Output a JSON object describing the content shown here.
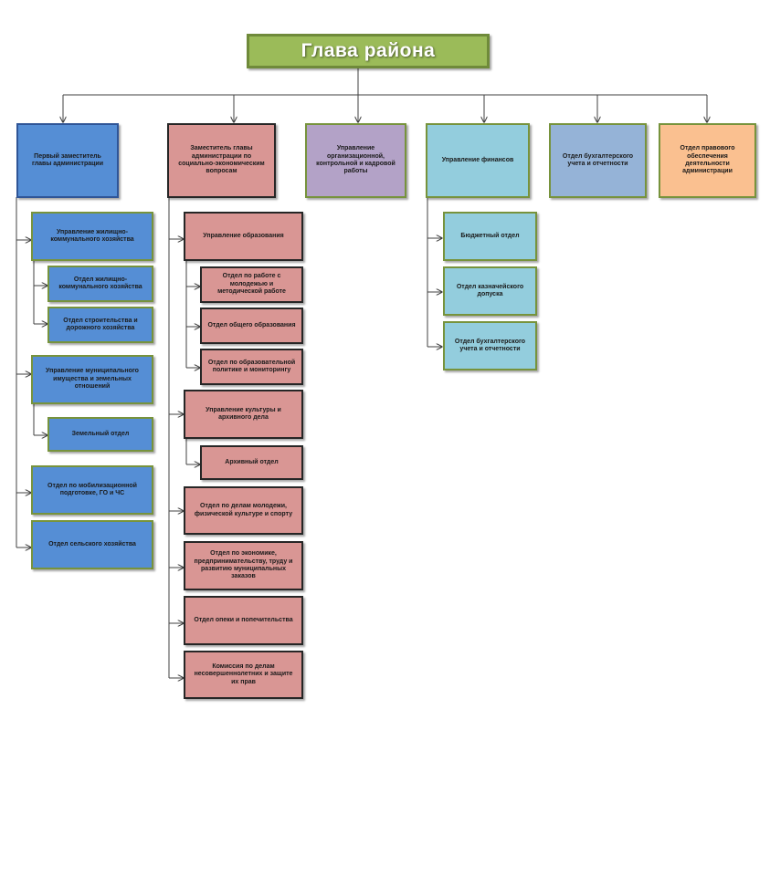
{
  "colors": {
    "head": "#9bbb59",
    "blue": "#558ed5",
    "pink": "#d99694",
    "purple": "#b3a2c7",
    "cyan": "#93cddd",
    "steel": "#95b3d7",
    "peach": "#fac090",
    "connector": "#404040"
  },
  "head": {
    "title": "Глава района"
  },
  "top_units": {
    "first_deputy": "Первый заместитель главы администрации",
    "deputy_social": "Заместитель главы администрации по социально-экономическим вопросам",
    "org_control": "Управление организационной, контрольной и кадровой работы",
    "finance": "Управление финансов",
    "accounting": "Отдел бухгалтерского учета и отчетности",
    "legal": "Отдел правового обеспечения деятельности администрации"
  },
  "first_deputy_units": {
    "housing_dept": "Управление жилищно-коммунального хозяйства",
    "housing_section": "Отдел жилищно-коммунального хозяйства",
    "construction": "Отдел строительства и дорожного хозяйства",
    "property_dept": "Управление муниципального имущества и земельных отношений",
    "land": "Земельный отдел",
    "mobilization": "Отдел по мобилизационной подготовке, ГО и ЧС",
    "agriculture": "Отдел сельского хозяйства"
  },
  "deputy_social_units": {
    "education_dept": "Управление образования",
    "youth": "Отдел по работе с молодежью и методической работе",
    "general_education": "Отдел общего образования",
    "edu_monitoring": "Отдел по образовательной политике и мониторингу",
    "culture_dept": "Управление культуры и архивного дела",
    "archive": "Архивный отдел",
    "sport": "Отдел по делам молодежи, физической культуре и спорту",
    "economy": "Отдел по экономике, предпринимательству, труду и развитию муниципальных заказов",
    "guardianship": "Отдел опеки и попечительства",
    "commission": "Комиссия по делам несовершеннолетних и защите их прав"
  },
  "finance_units": {
    "budget": "Бюджетный отдел",
    "treasury": "Отдел казначейского допуска",
    "accounting": "Отдел бухгалтерского учета и отчетности"
  }
}
